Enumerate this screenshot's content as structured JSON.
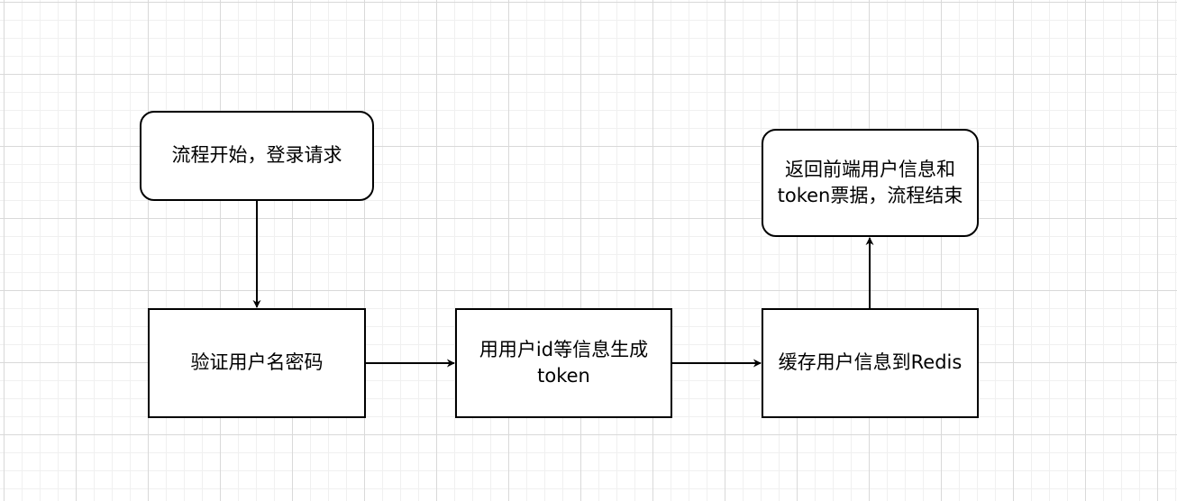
{
  "nodes": {
    "start": {
      "label": "流程开始，登录请求"
    },
    "verify": {
      "label": "验证用户名密码"
    },
    "token": {
      "line1": "用用户id等信息生成",
      "line2": "token"
    },
    "cache": {
      "label": "缓存用户信息到Redis"
    },
    "end": {
      "line1": "返回前端用户信息和",
      "line2": "token票据，流程结束"
    }
  },
  "edges": [
    {
      "from": "start",
      "to": "verify"
    },
    {
      "from": "verify",
      "to": "token"
    },
    {
      "from": "token",
      "to": "cache"
    },
    {
      "from": "cache",
      "to": "end"
    }
  ]
}
